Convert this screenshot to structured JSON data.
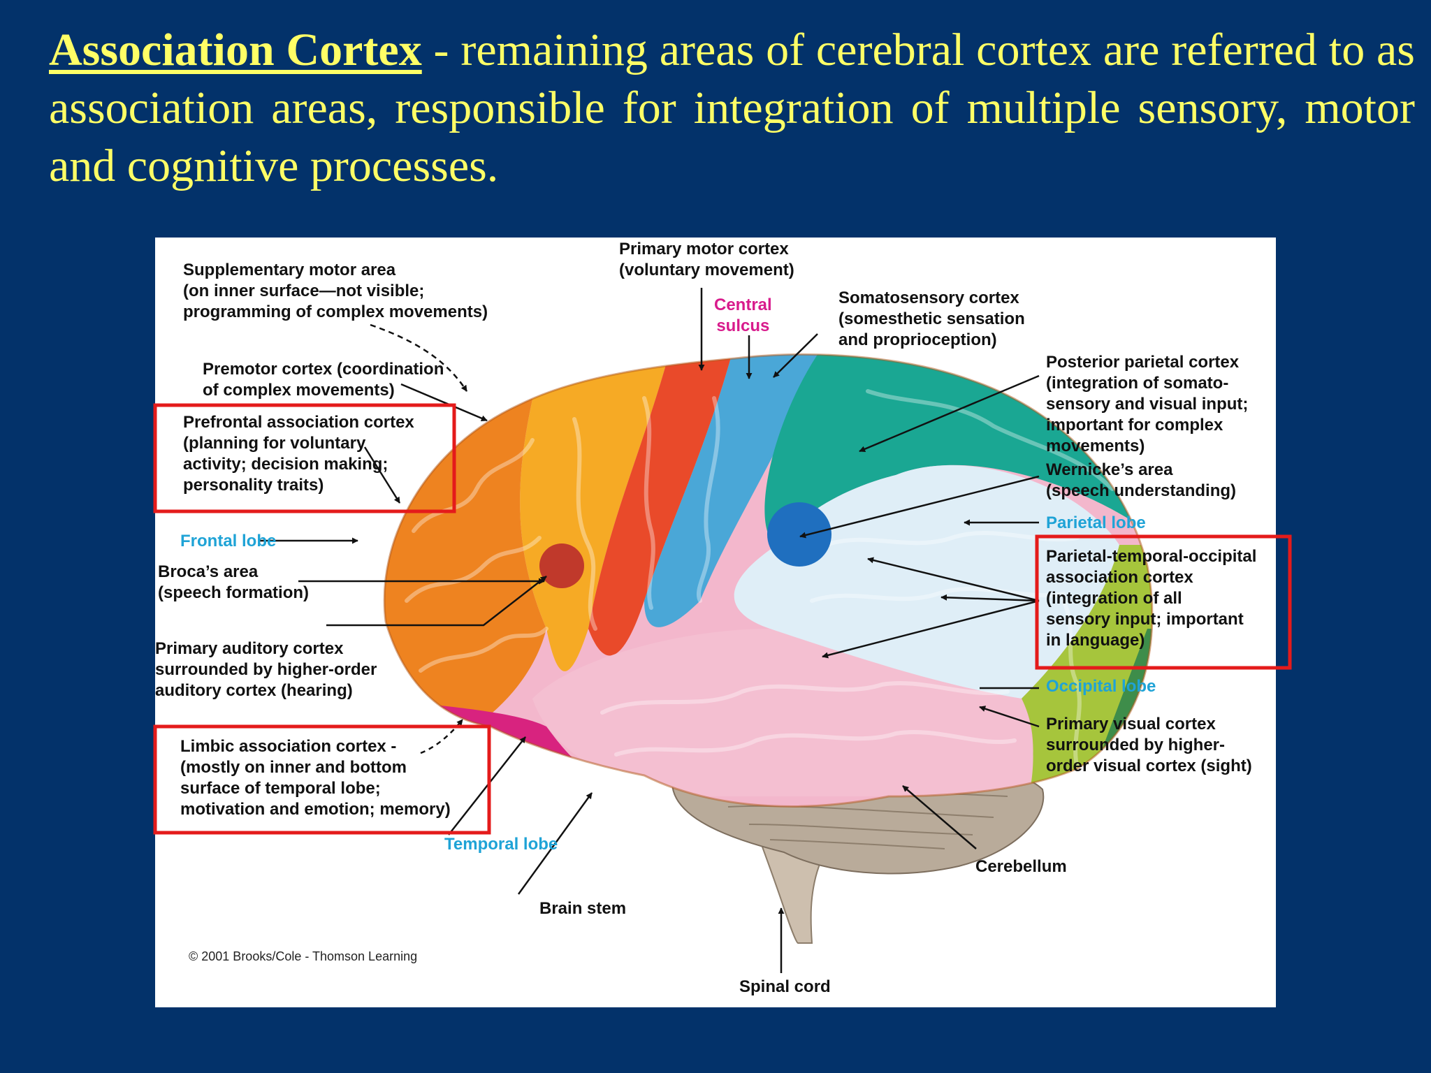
{
  "heading": {
    "term": "Association Cortex",
    "body": " - remaining areas of cerebral cortex are referred to as association areas, responsible for integration of multiple sensory, motor and cognitive processes."
  },
  "colors": {
    "background": "#03326a",
    "heading_text": "#ffff66",
    "highlight_box": "#e41b1b",
    "lobe_label": "#1fa3d6",
    "central_sulcus_label": "#d81b8c"
  },
  "diagram": {
    "labels": {
      "primary_motor": [
        "Primary motor cortex",
        "(voluntary movement)"
      ],
      "supplementary_motor": [
        "Supplementary motor area",
        "(on inner surface—not visible;",
        "programming of complex movements)"
      ],
      "central_sulcus": [
        "Central",
        "sulcus"
      ],
      "somatosensory": [
        "Somatosensory cortex",
        "(somesthetic sensation",
        "and proprioception)"
      ],
      "premotor": [
        "Premotor cortex (coordination",
        "of complex movements)"
      ],
      "posterior_parietal": [
        "Posterior parietal cortex",
        "(integration of somato-",
        "sensory and visual input;",
        "important for complex",
        "movements)"
      ],
      "prefrontal": [
        "Prefrontal association cortex",
        "(planning for voluntary",
        "activity; decision making;",
        "personality traits)"
      ],
      "wernicke": [
        "Wernicke’s area",
        "(speech understanding)"
      ],
      "parietal_lobe": "Parietal lobe",
      "frontal_lobe": "Frontal lobe",
      "broca": [
        "Broca’s area",
        "(speech formation)"
      ],
      "ptoa": [
        "Parietal-temporal-occipital",
        "association cortex",
        "(integration of all",
        "sensory input; important",
        "in language)"
      ],
      "primary_auditory": [
        "Primary auditory cortex",
        "surrounded by higher-order",
        "auditory cortex (hearing)"
      ],
      "occipital_lobe": "Occipital lobe",
      "primary_visual": [
        "Primary visual cortex",
        "surrounded by higher-",
        "order visual cortex (sight)"
      ],
      "limbic": [
        "Limbic association cortex -",
        "(mostly on inner and bottom",
        "surface of temporal lobe;",
        "motivation and emotion; memory)"
      ],
      "temporal_lobe": "Temporal lobe",
      "cerebellum": "Cerebellum",
      "brain_stem": "Brain stem",
      "spinal_cord": "Spinal cord"
    },
    "copyright": "© 2001 Brooks/Cole - Thomson Learning"
  }
}
